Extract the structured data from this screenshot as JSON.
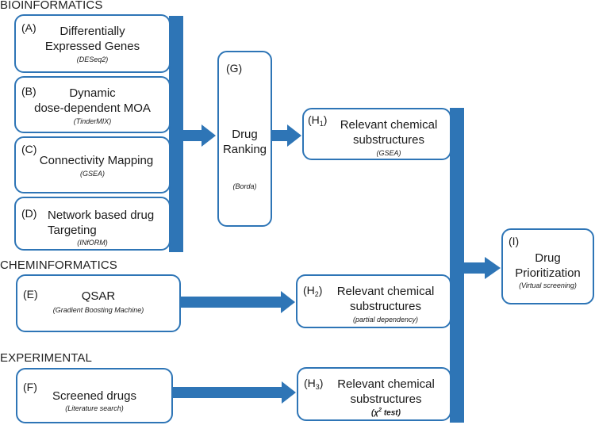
{
  "sections": {
    "bioinformatics": "BIOINFORMATICS",
    "cheminformatics": "CHEMINFORMATICS",
    "experimental": "EXPERIMENTAL"
  },
  "boxes": {
    "A": {
      "label": "(A)",
      "title": "Differentially\nExpressed Genes",
      "method": "(DESeq2)"
    },
    "B": {
      "label": "(B)",
      "title": "Dynamic\ndose-dependent MOA",
      "method": "(TinderMIX)"
    },
    "C": {
      "label": "(C)",
      "title": "Connectivity Mapping",
      "method": "(GSEA)"
    },
    "D": {
      "label": "(D)",
      "title": "Network based drug\nTargeting",
      "method": "(INfORM)"
    },
    "E": {
      "label": "(E)",
      "title": "QSAR",
      "method": "(Gradient Boosting Machine)"
    },
    "F": {
      "label": "(F)",
      "title": "Screened drugs",
      "method": "(Literature search)"
    },
    "G": {
      "label": "(G)",
      "title": "Drug\nRanking",
      "method": "(Borda)"
    },
    "H1": {
      "label_main": "(H",
      "label_sub": "1",
      "label_end": ")",
      "title": "Relevant chemical\nsubstructures",
      "method": "(GSEA)"
    },
    "H2": {
      "label_main": "(H",
      "label_sub": "2",
      "label_end": ")",
      "title": "Relevant chemical\nsubstructures",
      "method": "(partial dependency)"
    },
    "H3": {
      "label_main": "(H",
      "label_sub": "3",
      "label_end": ")",
      "title": "Relevant chemical\nsubstructures",
      "method_main": "(χ",
      "method_sup": "2",
      "method_end": " test)"
    },
    "I": {
      "label": "(I)",
      "title": "Drug\nPrioritization",
      "method": "(Virtual screening)"
    }
  },
  "colors": {
    "accent": "#2e75b6"
  }
}
